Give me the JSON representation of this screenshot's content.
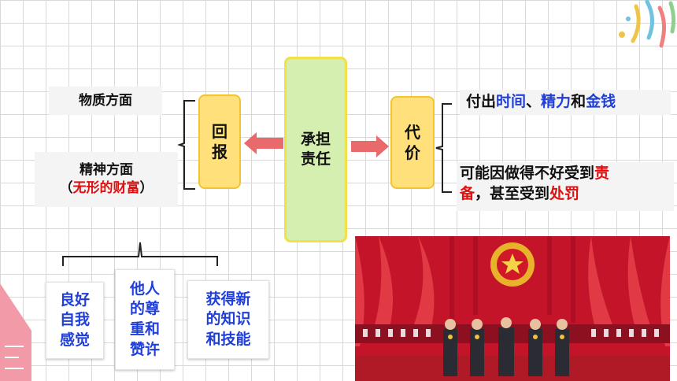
{
  "left": {
    "material": "物质方面",
    "spiritual": "精神方面",
    "spiritual_note_open": "（",
    "spiritual_note_red": "无形的财富",
    "spiritual_note_close": "）"
  },
  "center": {
    "reward": "回\n报",
    "responsibility": "承担\n责任",
    "cost": "代\n价"
  },
  "right": {
    "line1": {
      "a": "付出",
      "b": "时间",
      "c": "、",
      "d": "精力",
      "e": "和",
      "f": "金钱"
    },
    "line2": {
      "a": "可能因做得不好受到",
      "b": "责",
      "c": "备",
      "d": "，甚至受到",
      "e": "处罚"
    }
  },
  "cards": [
    "良好\n自我\n感觉",
    "他人\n的尊\n重和\n赞许",
    "获得新\n的知识\n和技能"
  ],
  "colors": {
    "accent_blue": "#1f3fd8",
    "accent_red": "#e01010",
    "box_yellow": "#ffe07a",
    "box_green": "#d5efb0",
    "arrow": "#e86a6a"
  }
}
